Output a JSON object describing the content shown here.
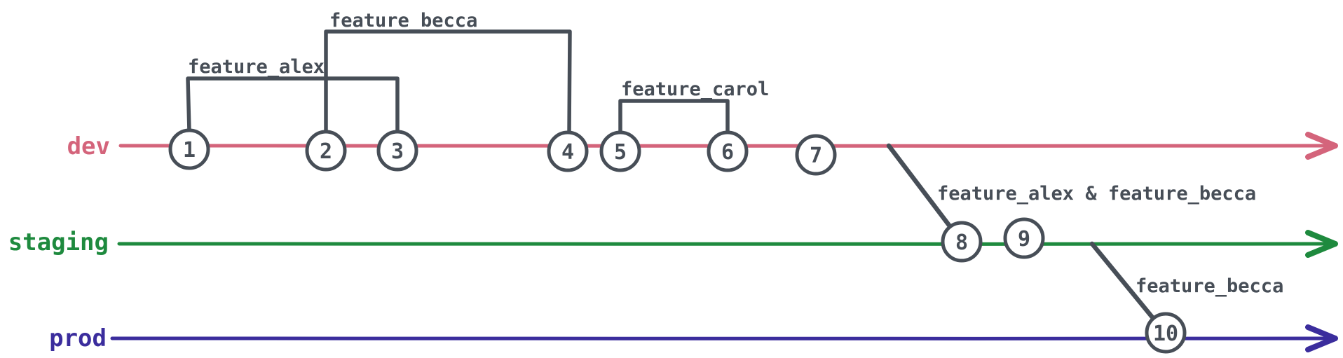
{
  "diagram_type": "git-branch-graph",
  "colors": {
    "background": "#ffffff",
    "ink": "#474e57",
    "dev": "#d4647b",
    "staging": "#1e8a3e",
    "prod": "#3b2d9d"
  },
  "branches": {
    "dev": {
      "name": "dev",
      "color": "#d4647b",
      "commits": [
        "1",
        "2",
        "3",
        "4",
        "5",
        "6",
        "7"
      ]
    },
    "staging": {
      "name": "staging",
      "color": "#1e8a3e",
      "commits": [
        "8",
        "9"
      ]
    },
    "prod": {
      "name": "prod",
      "color": "#3b2d9d",
      "commits": [
        "10"
      ]
    }
  },
  "feature_brackets": [
    {
      "label": "feature_alex",
      "branch": "dev",
      "from_commit": "1",
      "to_commit": "3"
    },
    {
      "label": "feature_becca",
      "branch": "dev",
      "from_commit": "2",
      "to_commit": "4"
    },
    {
      "label": "feature_carol",
      "branch": "dev",
      "from_commit": "5",
      "to_commit": "6"
    }
  ],
  "merges": [
    {
      "label": "feature_alex & feature_becca",
      "from_branch": "dev",
      "to_branch": "staging",
      "commit": "8"
    },
    {
      "label": "feature_becca",
      "from_branch": "staging",
      "to_branch": "prod",
      "commit": "10"
    }
  ]
}
